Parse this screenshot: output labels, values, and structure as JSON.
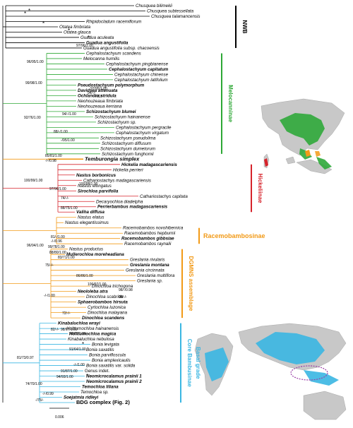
{
  "colors": {
    "black": "#111111",
    "nwb": "#000000",
    "melocanninae": "#2ea836",
    "temburongia": "#f29a17",
    "hickeliinae": "#d6232b",
    "racemobambosinae": "#f29a17",
    "dgmns": "#f29a17",
    "core": "#3ab6e2",
    "map_land": "#bcbcbc"
  },
  "clades": [
    {
      "key": "nwb",
      "label": "NWB"
    },
    {
      "key": "melocanninae",
      "label": "Melocanninae"
    },
    {
      "key": "hickeliinae",
      "label": "Hickeliinae"
    },
    {
      "key": "racemobambosinae",
      "label": "Racemobambosinae"
    },
    {
      "key": "dgmns",
      "label": "DGMNS assemblage"
    },
    {
      "key": "core",
      "label": "Core Bambusinae"
    },
    {
      "key": "basal",
      "label": "Basal grade"
    }
  ],
  "tips": [
    {
      "name": "Chusquea bilimekii",
      "g": "nwb"
    },
    {
      "name": "Chusquea subtessellata",
      "g": "nwb"
    },
    {
      "name": "Chusquea talamancensis",
      "g": "nwb"
    },
    {
      "name": "Rhipidocladum racemiflorum",
      "g": "nwb"
    },
    {
      "name": "Otatea fimbriata",
      "g": "nwb"
    },
    {
      "name": "Otatea glauca",
      "g": "nwb"
    },
    {
      "name": "Guadua aculeata",
      "g": "nwb"
    },
    {
      "name": "Guadua angustifolia",
      "g": "nwb",
      "b": true
    },
    {
      "name": "Guadua angustifolia subsp. chacoensis",
      "g": "nwb"
    },
    {
      "name": "Cephalostachyum scandens",
      "g": "melocanninae"
    },
    {
      "name": "Melocanna humilis",
      "g": "melocanninae"
    },
    {
      "name": "Cephalostachyum pingbianense",
      "g": "melocanninae"
    },
    {
      "name": "Cephalostachyum capitatum",
      "g": "melocanninae",
      "b": true
    },
    {
      "name": "Cephalostachyum chinense",
      "g": "melocanninae"
    },
    {
      "name": "Cephalostachyum latifolium",
      "g": "melocanninae"
    },
    {
      "name": "Pseudostachyum polymorphum",
      "g": "melocanninae",
      "b": true
    },
    {
      "name": "Davidsea attenuata",
      "g": "melocanninae",
      "b": true
    },
    {
      "name": "Ochlandra stridula",
      "g": "melocanninae",
      "b": true
    },
    {
      "name": "Neohouzeaua fimbriata",
      "g": "melocanninae"
    },
    {
      "name": "Neohouzeaua kerriana",
      "g": "melocanninae"
    },
    {
      "name": "Schizostachyum blumei",
      "g": "melocanninae",
      "b": true
    },
    {
      "name": "Schizostachyum hainanense",
      "g": "melocanninae"
    },
    {
      "name": "Schizostachyum sp.",
      "g": "melocanninae"
    },
    {
      "name": "Cephalostachyum pergracile",
      "g": "melocanninae"
    },
    {
      "name": "Cephalostachyum virgatum",
      "g": "melocanninae"
    },
    {
      "name": "Schizostachyum pseudolima",
      "g": "melocanninae"
    },
    {
      "name": "Schizostachyum diffusum",
      "g": "melocanninae"
    },
    {
      "name": "Schizostachyum dumetorum",
      "g": "melocanninae"
    },
    {
      "name": "Schizostachyum funghomii",
      "g": "melocanninae"
    },
    {
      "name": "Temburongia simplex",
      "g": "temburongia",
      "b": true
    },
    {
      "name": "Hickelia madagascariensis",
      "g": "hickeliinae",
      "b": true
    },
    {
      "name": "Hickelia perrieri",
      "g": "hickeliinae"
    },
    {
      "name": "Nastus borbonicus",
      "g": "hickeliinae",
      "b": true
    },
    {
      "name": "Cathariostachys madagascariensis",
      "g": "hickeliinae"
    },
    {
      "name": "Nastus elongatus",
      "g": "hickeliinae"
    },
    {
      "name": "Sirochloa parvifolia",
      "g": "hickeliinae",
      "b": true
    },
    {
      "name": "Cathariostachys capitata",
      "g": "hickeliinae"
    },
    {
      "name": "Decaryochloa diadelpha",
      "g": "hickeliinae"
    },
    {
      "name": "Perrierbambus madagascariensis",
      "g": "hickeliinae",
      "b": true
    },
    {
      "name": "Valiha diffusa",
      "g": "hickeliinae",
      "b": true
    },
    {
      "name": "Nastus elatus",
      "g": "racemobambosinae"
    },
    {
      "name": "Nastus elegantissimus",
      "g": "racemobambosinae"
    },
    {
      "name": "Racemobambos novohibernica",
      "g": "racemobambosinae"
    },
    {
      "name": "Racemobambos hepburnii",
      "g": "racemobambosinae"
    },
    {
      "name": "Racemobambos gibbsiae",
      "g": "racemobambosinae",
      "b": true
    },
    {
      "name": "Racemobambos raynalii",
      "g": "racemobambosinae"
    },
    {
      "name": "Nastus productus",
      "g": "dgmns"
    },
    {
      "name": "Mullerochloa moreheadiana",
      "g": "dgmns",
      "b": true
    },
    {
      "name": "Greslania rivularis",
      "g": "dgmns"
    },
    {
      "name": "Greslania montana",
      "g": "dgmns",
      "b": true
    },
    {
      "name": "Greslania circinnata",
      "g": "dgmns"
    },
    {
      "name": "Greslania multiflora",
      "g": "dgmns"
    },
    {
      "name": "Greslania sp.",
      "g": "dgmns"
    },
    {
      "name": "Dinochloa trichogona",
      "g": "dgmns"
    },
    {
      "name": "Neololeba atra",
      "g": "dgmns",
      "b": true
    },
    {
      "name": "Dinochloa scabrida",
      "g": "dgmns"
    },
    {
      "name": "Sphaerobambos hirsuta",
      "g": "dgmns",
      "b": true
    },
    {
      "name": "Cyrtochloa luzonica",
      "g": "dgmns"
    },
    {
      "name": "Dinochloa malayana",
      "g": "dgmns"
    },
    {
      "name": "Dinochloa scandens",
      "g": "dgmns",
      "b": true
    },
    {
      "name": "Kinabaluchloa wrayi",
      "g": "core",
      "b": true
    },
    {
      "name": "Holttumochloa hainanensis",
      "g": "core"
    },
    {
      "name": "Holttumochloa magica",
      "g": "core",
      "b": true
    },
    {
      "name": "Kinabaluchloa nebulosa",
      "g": "core"
    },
    {
      "name": "Bonia levigata",
      "g": "core"
    },
    {
      "name": "Bonia saxatilis",
      "g": "core"
    },
    {
      "name": "Bonia parvifloscula",
      "g": "core"
    },
    {
      "name": "Bonia amplexicaulis",
      "g": "core"
    },
    {
      "name": "Bonia saxatilis var. solida",
      "g": "core"
    },
    {
      "name": "Genus indet.",
      "g": "core",
      "i": false
    },
    {
      "name": "Neomicrocalamus prainii 1",
      "g": "core",
      "b": true
    },
    {
      "name": "Neomicrocalamus prainii 2",
      "g": "core",
      "b": true
    },
    {
      "name": "Temochloa liliana",
      "g": "core",
      "b": true
    },
    {
      "name": "Temochloa sp.",
      "g": "core"
    },
    {
      "name": "Soejatmia ridleyi",
      "g": "core",
      "b": true
    },
    {
      "name": "BDG complex (Fig. 2)",
      "g": "core",
      "b": true,
      "i": false
    }
  ],
  "support": [
    "97/96/1.00",
    "96/95/1.00",
    "97/95/1.00",
    "94/-/-",
    "-/72/-",
    "99/98/1.00",
    "94/-/1.00",
    "92/76/1.00",
    "88/-/1.00",
    "-/95/1.00",
    "85/81/1.00",
    "-/-/0.98",
    "100/99/1.00",
    "100/98/1.00",
    "97/96/1.00",
    "74/-/-",
    "88/75/1.00",
    "81/-/1.00",
    "-/-/0.96",
    "96/94/1.00",
    "99/78/1.00",
    "88/80/1.00",
    "83/71/1.00",
    "75/-/-",
    "86/86/1.00",
    "100/97/1.00",
    "98/-/0.98",
    "98/-/-",
    "-/-/1.00",
    "72/-/-",
    "82/-/-",
    "98/97/1.00",
    "93/61/1.00",
    "91/64/1.00",
    "-/-/1.00",
    "81/73/0.97",
    "91/87/1.00",
    "94/93/1.00",
    "74/70/1.00",
    "-/-/0.99",
    "-/75/-"
  ],
  "stars": [
    "*",
    "*",
    "*",
    "*",
    "*",
    "*",
    "*"
  ],
  "scale": "0.006"
}
